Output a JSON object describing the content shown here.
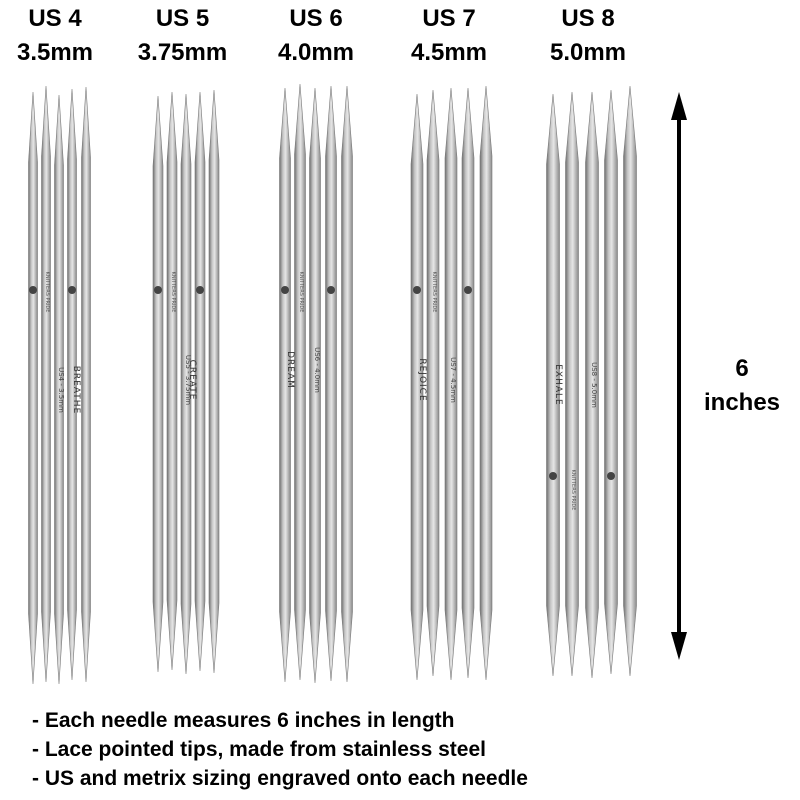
{
  "sizes": [
    {
      "us": "US 4",
      "mm": "3.5mm",
      "engraving_word": "BREATHE",
      "engraving_size": "US4 - 3.5mm"
    },
    {
      "us": "US 5",
      "mm": "3.75mm",
      "engraving_word": "CREATE",
      "engraving_size": "US5 - 3.75mm"
    },
    {
      "us": "US 6",
      "mm": "4.0mm",
      "engraving_word": "DREAM",
      "engraving_size": "US6 - 4.0mm"
    },
    {
      "us": "US 7",
      "mm": "4.5mm",
      "engraving_word": "REJOICE",
      "engraving_size": "US7 - 4.5mm"
    },
    {
      "us": "US 8",
      "mm": "5.0mm",
      "engraving_word": "EXHALE",
      "engraving_size": "US8 - 5.0mm"
    }
  ],
  "engraving_brand": "KNITTERS PRIDE",
  "measurement": {
    "value": "6",
    "unit": "inches"
  },
  "bullets": [
    "- Each needle measures 6 inches in length",
    "- Lace pointed tips, made from stainless steel",
    "-  US and metrix sizing engraved onto each needle"
  ],
  "colors": {
    "steel_light": "#d8d8d8",
    "steel_mid": "#a8a8a8",
    "steel_dark": "#6e6e6e",
    "text": "#000000"
  }
}
